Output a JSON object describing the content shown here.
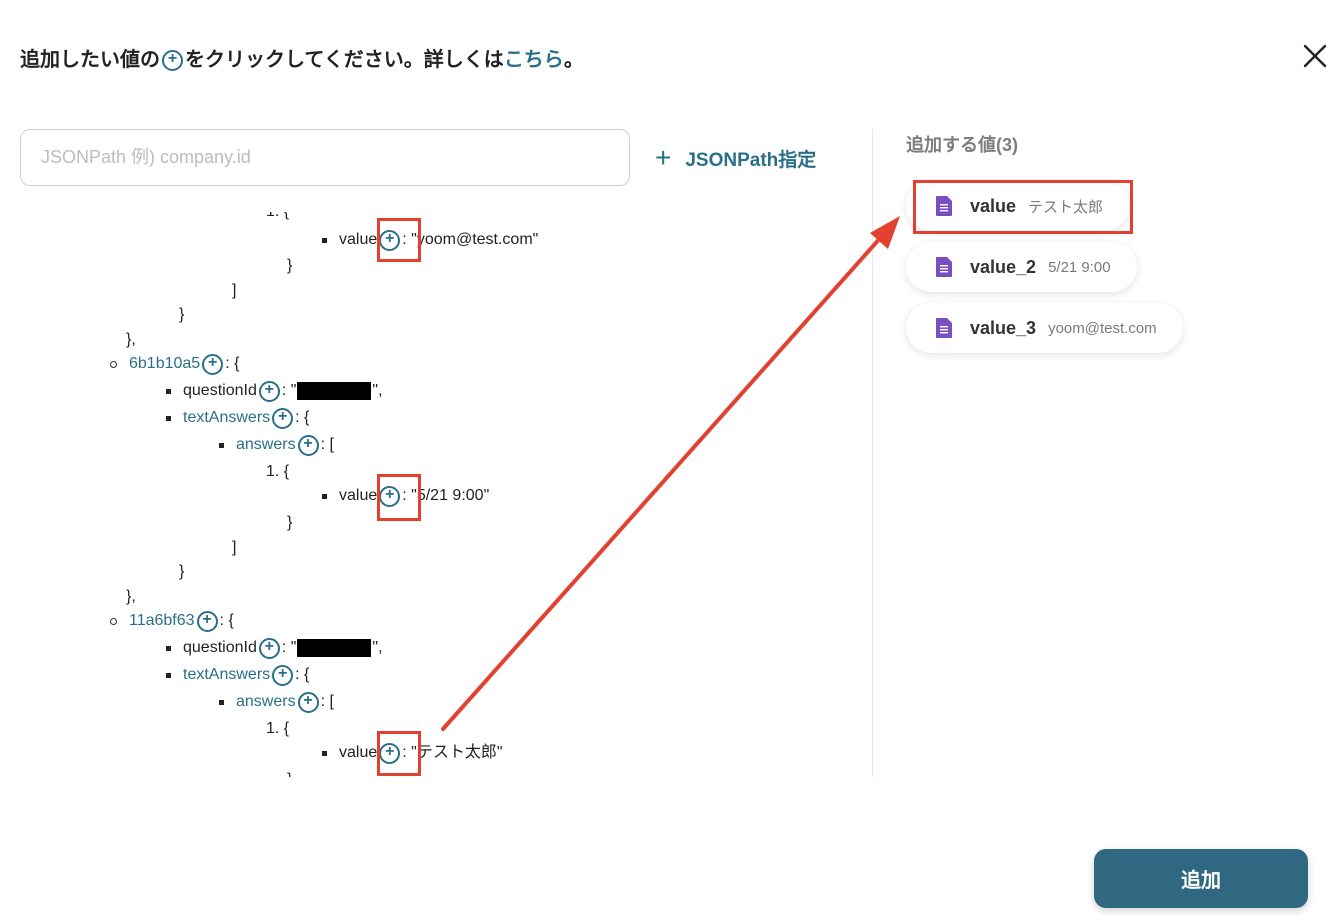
{
  "header": {
    "text_before": "追加したい値の",
    "text_after": "をクリックしてください。詳しくは",
    "link": "こちら",
    "end": "。"
  },
  "search": {
    "placeholder": "JSONPath 例) company.id",
    "value": ""
  },
  "jsonpath_button": {
    "label": "JSONPath指定"
  },
  "tree": {
    "open_list": "1. {",
    "value_key": "value",
    "colon_quote": ": \"",
    "val_email": "yoom@test.com",
    "val_date": "5/21 9:00",
    "val_name": "テスト太郎",
    "quote": "\"",
    "quote_comma": "\",",
    "close_brace": "}",
    "close_brace_comma": "},",
    "close_bracket": "]",
    "colon_brace": ": {",
    "colon_bracket": ": [",
    "key_6b": "6b1b10a5",
    "key_11": "11a6bf63",
    "question_id": "questionId",
    "text_answers": "textAnswers",
    "answers": "answers"
  },
  "added": {
    "title": "追加する値(3)",
    "items": [
      {
        "name": "value",
        "value": "テスト太郎"
      },
      {
        "name": "value_2",
        "value": "5/21 9:00"
      },
      {
        "name": "value_3",
        "value": "yoom@test.com"
      }
    ]
  },
  "add_button": {
    "label": "追加"
  },
  "colors": {
    "accent": "#2a6f8a",
    "highlight": "#e2412f",
    "doc_icon": "#7b4fc2",
    "button": "#2f6880"
  }
}
